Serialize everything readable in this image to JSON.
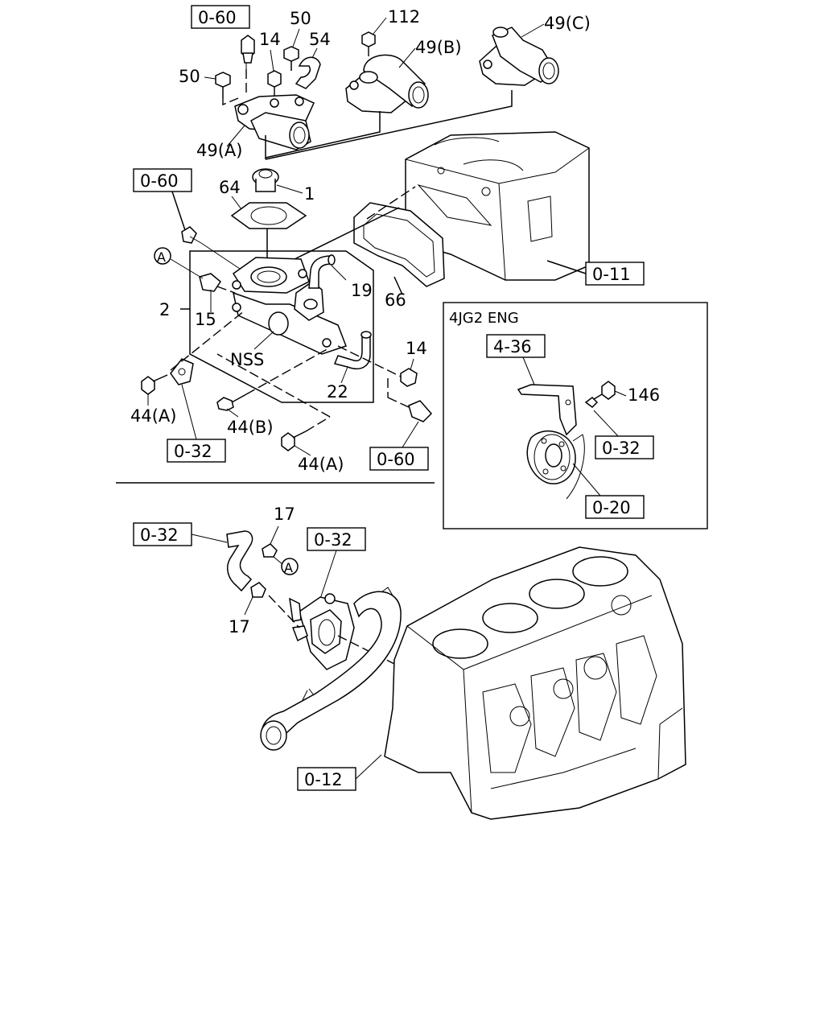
{
  "references": {
    "ref_top": "0-60",
    "ref_sensor_left": "0-60",
    "ref_head": "0-11",
    "ref_lower_left": "0-32",
    "ref_lower_right": "0-60",
    "ref_hose_left": "0-32",
    "ref_pump": "0-32",
    "ref_block": "0-12",
    "ref_bracket": "4-36",
    "ref_bracket_right": "0-32",
    "ref_pulley": "0-20"
  },
  "labels": {
    "l_50_top": "50",
    "l_14_top": "14",
    "l_54": "54",
    "l_112": "112",
    "l_49b": "49(B)",
    "l_49c": "49(C)",
    "l_50_left": "50",
    "l_49a": "49(A)",
    "l_1": "1",
    "l_64": "64",
    "l_19": "19",
    "l_66": "66",
    "l_2": "2",
    "l_15": "15",
    "l_nss": "NSS",
    "l_22": "22",
    "l_14_right": "14",
    "l_44a_left": "44(A)",
    "l_44b": "44(B)",
    "l_44a_bottom": "44(A)",
    "l_17_top": "17",
    "l_17_bottom": "17",
    "l_146": "146",
    "l_circle_a_top": "A",
    "l_circle_a_lower": "A"
  },
  "inset": {
    "title": "4JG2 ENG"
  }
}
